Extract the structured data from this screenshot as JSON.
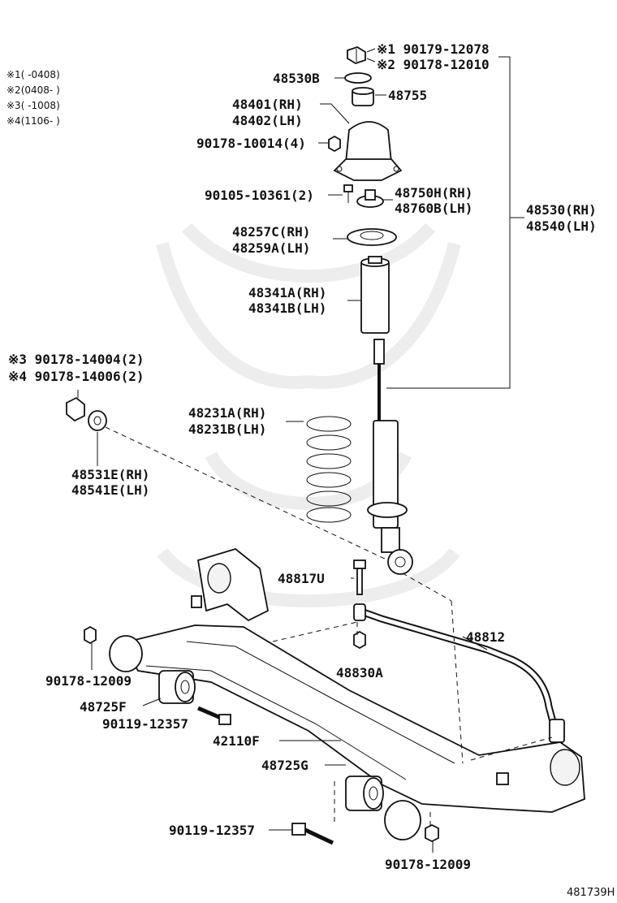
{
  "legend": [
    {
      "mark": "※1",
      "range": "(        -0408)"
    },
    {
      "mark": "※2",
      "range": "(0408-        )"
    },
    {
      "mark": "※3",
      "range": "(        -1008)"
    },
    {
      "mark": "※4",
      "range": "(1106-        )"
    }
  ],
  "labels": {
    "nut_1": "※1 90179-12078",
    "nut_2": "※2 90178-12010",
    "p48530b": "48530B",
    "p48755": "48755",
    "p48401": "48401(RH)",
    "p48402": "48402(LH)",
    "p90178_10014": "90178-10014(4)",
    "p90105_10361": "90105-10361(2)",
    "p48750h": "48750H(RH)",
    "p48760b": "48760B(LH)",
    "p48530": "48530(RH)",
    "p48540": "48540(LH)",
    "p48257c": "48257C(RH)",
    "p48259a": "48259A(LH)",
    "p48341a": "48341A(RH)",
    "p48341b": "48341B(LH)",
    "p3_14004": "※3 90178-14004(2)",
    "p4_14006": "※4 90178-14006(2)",
    "p48231a": "48231A(RH)",
    "p48231b": "48231B(LH)",
    "p48531e": "48531E(RH)",
    "p48541e": "48541E(LH)",
    "p48817u": "48817U",
    "p48812": "48812",
    "p90178_12009_a": "90178-12009",
    "p48830a": "48830A",
    "p48725f": "48725F",
    "p90119_12357_a": "90119-12357",
    "p42110f": "42110F",
    "p48725g": "48725G",
    "p90119_12357_b": "90119-12357",
    "p90178_12009_b": "90178-12009",
    "diagram_id": "481739H"
  }
}
